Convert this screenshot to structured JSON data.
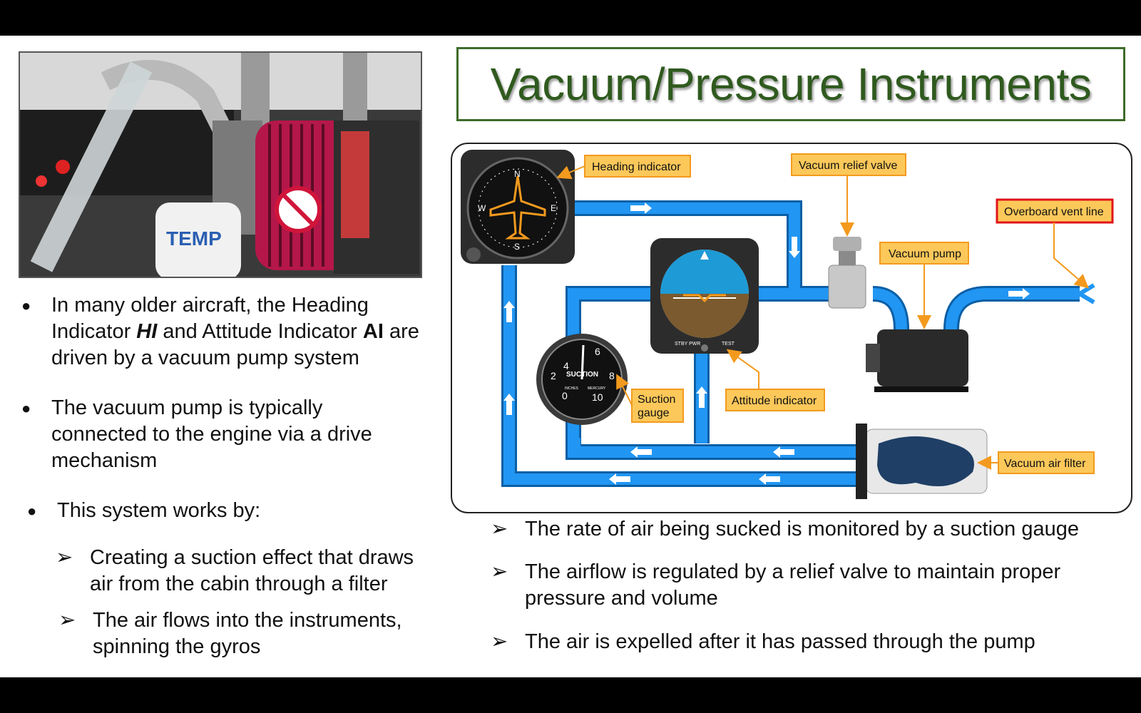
{
  "title": "Vacuum/Pressure Instruments",
  "photo_label_text": "TEMP",
  "left_bullets": [
    {
      "parts": [
        "In many older aircraft, the Heading Indicator ",
        "HI",
        " and Attitude Indicator ",
        "AI",
        " are driven by a vacuum pump system"
      ]
    },
    {
      "text": "The vacuum pump is typically connected to the engine via a drive mechanism"
    },
    {
      "text": "This system works by:"
    }
  ],
  "left_subbullets": [
    "Creating a suction effect that draws air from the cabin through a filter",
    "The air flows into the instruments, spinning the gyros"
  ],
  "right_bullets": [
    "The rate of air being sucked is monitored by a suction gauge",
    "The airflow is regulated by a relief valve to maintain proper pressure and volume",
    "The air is expelled after it has passed through the pump"
  ],
  "diagram": {
    "labels": {
      "heading_indicator": "Heading indicator",
      "vacuum_relief_valve": "Vacuum relief valve",
      "overboard_vent_line": "Overboard vent line",
      "vacuum_pump": "Vacuum pump",
      "suction_gauge_1": "Suction",
      "suction_gauge_2": "gauge",
      "attitude_indicator": "Attitude indicator",
      "vacuum_air_filter": "Vacuum air filter"
    },
    "gauge_text": {
      "suction": "SUCTION",
      "inches": "INCHES",
      "mercury": "MERCURY",
      "stby_pwr": "STBY PWR",
      "test": "TEST"
    },
    "colors": {
      "tube": "#1e88d8",
      "label_fill": "#fcc85a",
      "label_border": "#f39a1e",
      "vent_border": "#e0141b",
      "title_green": "#2f5a1e"
    }
  }
}
